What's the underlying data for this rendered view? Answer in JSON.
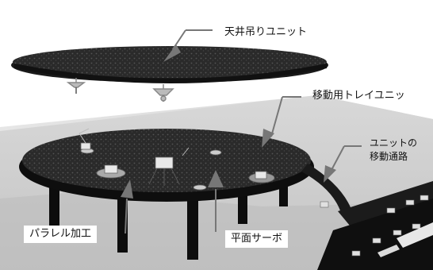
{
  "labels": {
    "ceiling_unit": "天井吊りユニット",
    "transfer_tray": "移動用トレイユニッ",
    "unit_path_line1": "ユニットの",
    "unit_path_line2": "移動通路",
    "parallel_machining": "パラレル加工",
    "planar_servo": "平面サーボ"
  }
}
